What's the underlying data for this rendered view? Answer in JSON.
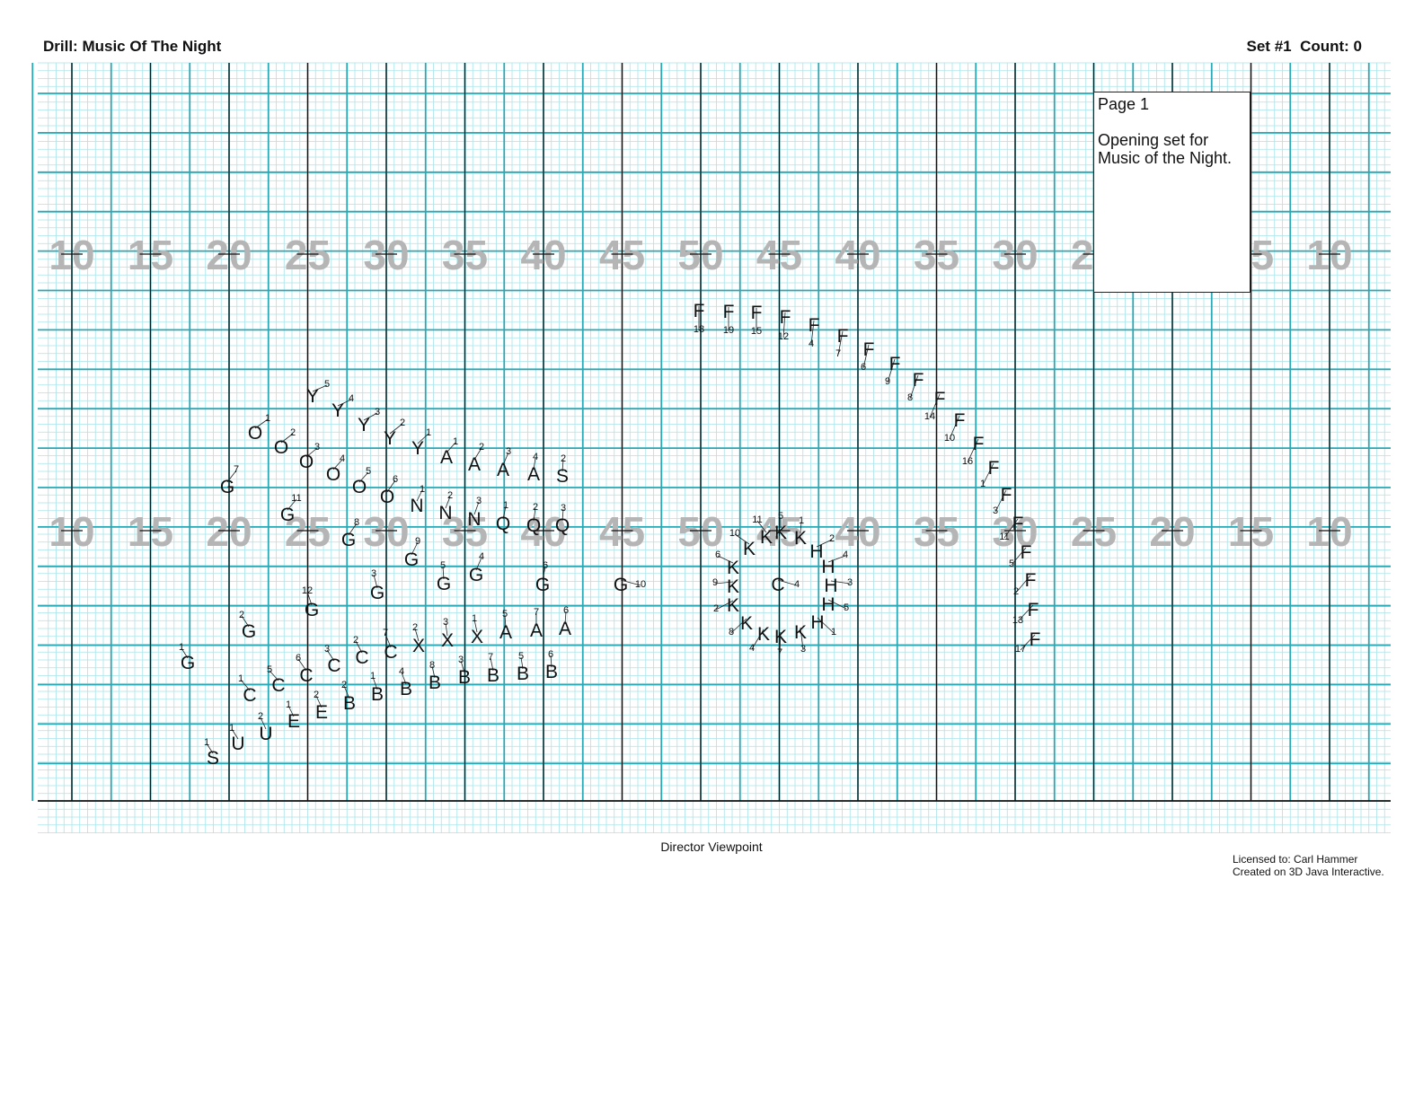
{
  "header": {
    "drill_title": "Drill: Music Of The Night",
    "set_label": "Set #1",
    "count_label": "Count: 0"
  },
  "field": {
    "yard_numbers": [
      "10",
      "15",
      "20",
      "25",
      "30",
      "35",
      "40",
      "45",
      "50",
      "45",
      "40",
      "35",
      "30",
      "25",
      "20",
      "15",
      "10"
    ],
    "colors": {
      "major_line": "#111111",
      "grid_line": "#29a9b5",
      "minor_grid": "#a8e4ea",
      "yard_number": "#b5b5b5"
    }
  },
  "note": {
    "page": "Page 1",
    "text": "Opening set for Music of the Night."
  },
  "viewpoint": "Director Viewpoint",
  "license": {
    "line1": "Licensed to: Carl Hammer",
    "line2": "Created on 3D Java Interactive."
  },
  "performers": [
    [
      "Y",
      "5",
      348,
      440,
      364,
      427
    ],
    [
      "Y",
      "4",
      376,
      456,
      391,
      443
    ],
    [
      "Y",
      "3",
      405,
      472,
      420,
      458
    ],
    [
      "Y",
      "2",
      434,
      487,
      448,
      470
    ],
    [
      "Y",
      "1",
      465,
      498,
      477,
      481
    ],
    [
      "O",
      "1",
      284,
      481,
      298,
      465
    ],
    [
      "O",
      "2",
      313,
      497,
      326,
      481
    ],
    [
      "O",
      "3",
      341,
      513,
      353,
      497
    ],
    [
      "O",
      "4",
      371,
      527,
      381,
      510
    ],
    [
      "O",
      "5",
      400,
      541,
      410,
      524
    ],
    [
      "O",
      "6",
      431,
      552,
      440,
      533
    ],
    [
      "A",
      "1",
      497,
      508,
      507,
      491
    ],
    [
      "A",
      "2",
      528,
      516,
      536,
      497
    ],
    [
      "A",
      "3",
      560,
      522,
      566,
      502
    ],
    [
      "A",
      "4",
      594,
      527,
      596,
      508
    ],
    [
      "S",
      "2",
      626,
      529,
      627,
      510
    ],
    [
      "G",
      "7",
      253,
      541,
      263,
      522
    ],
    [
      "G",
      "11",
      320,
      572,
      330,
      554
    ],
    [
      "G",
      "8",
      388,
      600,
      397,
      581
    ],
    [
      "G",
      "9",
      458,
      622,
      465,
      602
    ],
    [
      "G",
      "5",
      494,
      649,
      493,
      629
    ],
    [
      "G",
      "4",
      530,
      639,
      536,
      619
    ],
    [
      "G",
      "6",
      604,
      650,
      607,
      629
    ],
    [
      "G",
      "3",
      420,
      659,
      416,
      638
    ],
    [
      "G",
      "12",
      347,
      678,
      342,
      657
    ],
    [
      "G",
      "2",
      277,
      702,
      269,
      684
    ],
    [
      "G",
      "1",
      209,
      737,
      202,
      720
    ],
    [
      "G",
      "10",
      691,
      650,
      713,
      650
    ],
    [
      "N",
      "1",
      464,
      562,
      470,
      544
    ],
    [
      "N",
      "2",
      496,
      570,
      501,
      551
    ],
    [
      "N",
      "3",
      528,
      577,
      533,
      557
    ],
    [
      "Q",
      "1",
      560,
      582,
      563,
      562
    ],
    [
      "Q",
      "2",
      594,
      584,
      596,
      564
    ],
    [
      "Q",
      "3",
      626,
      584,
      627,
      565
    ],
    [
      "X",
      "2",
      466,
      718,
      462,
      698
    ],
    [
      "X",
      "3",
      498,
      712,
      496,
      692
    ],
    [
      "X",
      "1",
      531,
      708,
      528,
      688
    ],
    [
      "A",
      "5",
      563,
      703,
      562,
      683
    ],
    [
      "A",
      "7",
      597,
      701,
      597,
      681
    ],
    [
      "A",
      "6",
      629,
      699,
      630,
      679
    ],
    [
      "C",
      "7",
      435,
      725,
      429,
      704
    ],
    [
      "C",
      "2",
      403,
      731,
      396,
      712
    ],
    [
      "C",
      "3",
      372,
      740,
      364,
      722
    ],
    [
      "C",
      "6",
      341,
      751,
      332,
      732
    ],
    [
      "C",
      "5",
      310,
      762,
      300,
      745
    ],
    [
      "C",
      "1",
      278,
      773,
      268,
      755
    ],
    [
      "B",
      "4",
      452,
      766,
      447,
      747
    ],
    [
      "B",
      "8",
      484,
      759,
      481,
      740
    ],
    [
      "B",
      "3",
      517,
      753,
      513,
      734
    ],
    [
      "B",
      "7",
      549,
      751,
      546,
      731
    ],
    [
      "B",
      "5",
      582,
      749,
      580,
      730
    ],
    [
      "B",
      "6",
      614,
      747,
      613,
      728
    ],
    [
      "B",
      "1",
      420,
      772,
      415,
      752
    ],
    [
      "B",
      "2",
      389,
      782,
      383,
      762
    ],
    [
      "E",
      "2",
      358,
      792,
      352,
      773
    ],
    [
      "E",
      "1",
      327,
      802,
      321,
      784
    ],
    [
      "U",
      "2",
      296,
      816,
      290,
      797
    ],
    [
      "U",
      "1",
      265,
      827,
      258,
      810
    ],
    [
      "S",
      "1",
      237,
      843,
      230,
      826
    ],
    [
      "F",
      "18",
      778,
      345,
      778,
      366
    ],
    [
      "F",
      "19",
      811,
      346,
      811,
      367
    ],
    [
      "F",
      "15",
      842,
      347,
      842,
      368
    ],
    [
      "F",
      "12",
      874,
      352,
      872,
      374
    ],
    [
      "F",
      "4",
      906,
      361,
      903,
      382
    ],
    [
      "F",
      "7",
      938,
      373,
      933,
      393
    ],
    [
      "F",
      "6",
      967,
      388,
      961,
      408
    ],
    [
      "F",
      "9",
      996,
      404,
      988,
      424
    ],
    [
      "F",
      "8",
      1022,
      422,
      1013,
      442
    ],
    [
      "F",
      "14",
      1046,
      443,
      1035,
      463
    ],
    [
      "F",
      "10",
      1068,
      467,
      1057,
      487
    ],
    [
      "F",
      "16",
      1089,
      493,
      1077,
      513
    ],
    [
      "F",
      "1",
      1106,
      520,
      1094,
      538
    ],
    [
      "F",
      "3",
      1120,
      550,
      1108,
      568
    ],
    [
      "F",
      "11",
      1133,
      582,
      1118,
      597
    ],
    [
      "F",
      "5",
      1142,
      614,
      1126,
      627
    ],
    [
      "F",
      "2",
      1147,
      645,
      1131,
      658
    ],
    [
      "F",
      "13",
      1150,
      678,
      1133,
      690
    ],
    [
      "F",
      "17",
      1152,
      711,
      1136,
      722
    ],
    [
      "K",
      "10",
      834,
      610,
      818,
      593
    ],
    [
      "K",
      "11",
      853,
      597,
      843,
      578
    ],
    [
      "K",
      "5",
      869,
      592,
      869,
      574
    ],
    [
      "K",
      "1",
      891,
      598,
      892,
      579
    ],
    [
      "K",
      "6",
      816,
      631,
      799,
      617
    ],
    [
      "K",
      "9",
      816,
      652,
      796,
      648
    ],
    [
      "K",
      "2",
      816,
      673,
      797,
      677
    ],
    [
      "K",
      "8",
      831,
      693,
      814,
      703
    ],
    [
      "K",
      "4",
      850,
      705,
      837,
      721
    ],
    [
      "K",
      "7",
      869,
      708,
      868,
      726
    ],
    [
      "K",
      "3",
      891,
      703,
      894,
      722
    ],
    [
      "H",
      "2",
      909,
      613,
      926,
      599
    ],
    [
      "H",
      "4",
      922,
      630,
      941,
      617
    ],
    [
      "H",
      "3",
      925,
      651,
      946,
      648
    ],
    [
      "H",
      "5",
      922,
      672,
      942,
      676
    ],
    [
      "H",
      "1",
      910,
      692,
      928,
      703
    ],
    [
      "C",
      "4",
      866,
      650,
      887,
      650
    ]
  ]
}
